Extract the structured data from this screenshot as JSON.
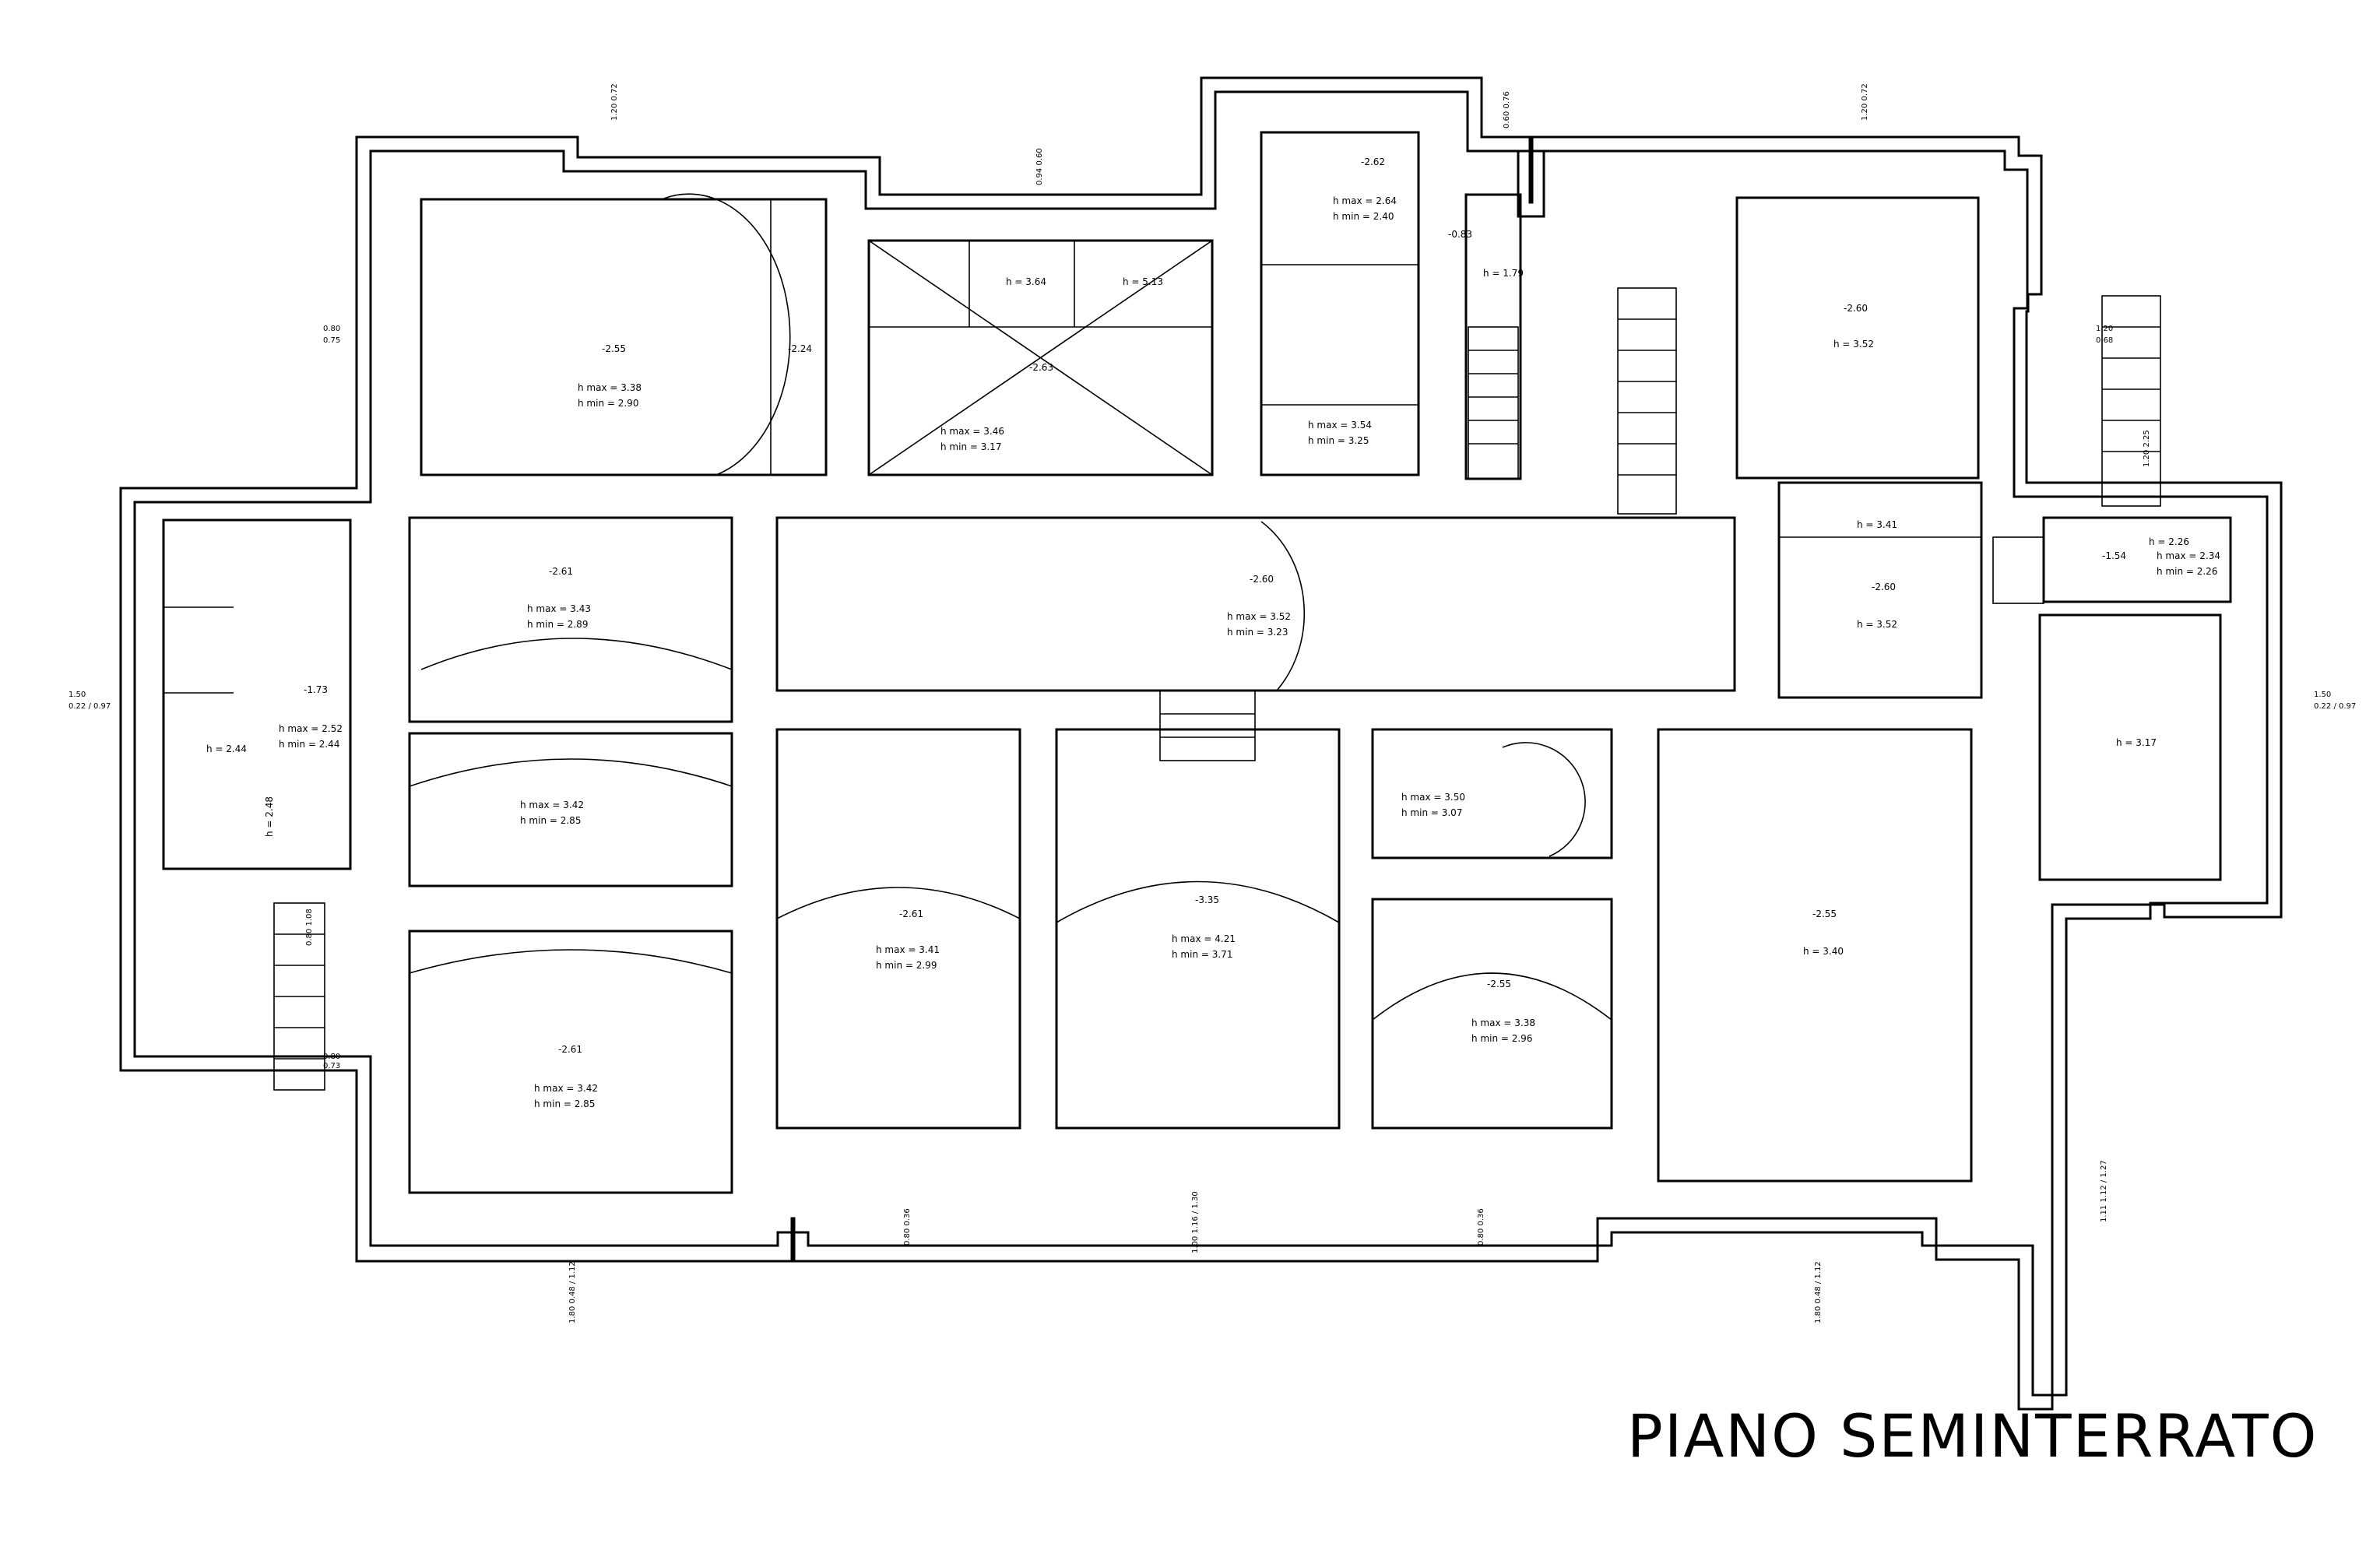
{
  "title": "PIANO SEMINTERRATO",
  "rooms": [
    {
      "id": "r1",
      "label": "-2.55",
      "h": [
        "h max = 3.38",
        "h min = 2.90"
      ],
      "extra": "-2.24"
    },
    {
      "id": "r2",
      "label": "-2.63",
      "h": [
        "h max = 3.46",
        "h min = 3.17"
      ],
      "tops": [
        "h = 3.64",
        "h = 5.13"
      ]
    },
    {
      "id": "r3",
      "label": "-2.62",
      "h": [
        "h max = 2.64",
        "h min = 2.40"
      ],
      "low": [
        "h max = 3.54",
        "h min = 3.25"
      ]
    },
    {
      "id": "r4",
      "label": "-0.83",
      "h": [
        "h = 1.79"
      ]
    },
    {
      "id": "r5",
      "label": "-2.60",
      "h": [
        "h = 3.52"
      ]
    },
    {
      "id": "r6",
      "label": "-2.61",
      "h": [
        "h max = 3.43",
        "h min = 2.89"
      ]
    },
    {
      "id": "r7",
      "label": "-2.60",
      "h": [
        "h max = 3.52",
        "h min = 3.23"
      ]
    },
    {
      "id": "r8",
      "label": "-2.60",
      "h": [
        "h = 3.52"
      ],
      "top": "h = 3.41"
    },
    {
      "id": "r9",
      "label": "-1.54",
      "h": [
        "h max = 2.34",
        "h min = 2.26"
      ],
      "side": "h = 2.26"
    },
    {
      "id": "r10",
      "label": "-1.73",
      "h": [
        "h max = 2.52",
        "h min = 2.44"
      ],
      "side": "h = 2.44",
      "vert": "h = 2.48"
    },
    {
      "id": "r11",
      "label": "",
      "h": [
        "h max = 3.42",
        "h min = 2.85"
      ]
    },
    {
      "id": "r12",
      "label": "-2.61",
      "h": [
        "h max = 3.41",
        "h min = 2.99"
      ]
    },
    {
      "id": "r13",
      "label": "-3.35",
      "h": [
        "h max = 4.21",
        "h min = 3.71"
      ]
    },
    {
      "id": "r14",
      "label": "",
      "h": [
        "h max = 3.50",
        "h min = 3.07"
      ]
    },
    {
      "id": "r15",
      "label": "-2.55",
      "h": [
        "h = 3.40"
      ]
    },
    {
      "id": "r16",
      "label": "",
      "h": [
        "h = 3.17"
      ]
    },
    {
      "id": "r17",
      "label": "-2.61",
      "h": [
        "h max = 3.42",
        "h min = 2.85"
      ]
    },
    {
      "id": "r18",
      "label": "-2.55",
      "h": [
        "h max = 3.38",
        "h min = 2.96"
      ]
    }
  ],
  "windows": [
    {
      "id": "w1",
      "text": [
        "1.20",
        "0.72"
      ]
    },
    {
      "id": "w2",
      "text": [
        "0.94",
        "0.60"
      ]
    },
    {
      "id": "w3",
      "text": [
        "0.60",
        "0.76"
      ]
    },
    {
      "id": "w4",
      "text": [
        "1.20",
        "0.72"
      ]
    },
    {
      "id": "w5",
      "text": [
        "0.80",
        "0.75"
      ]
    },
    {
      "id": "w6",
      "text": [
        "1.20",
        "0.68"
      ]
    },
    {
      "id": "w7",
      "text": [
        "1.50",
        "0.22 / 0.97"
      ]
    },
    {
      "id": "w8",
      "text": [
        "1.50",
        "0.22 / 0.97"
      ]
    },
    {
      "id": "w9",
      "text": [
        "1.20",
        "2.25"
      ]
    },
    {
      "id": "w10",
      "text": [
        "0.80",
        "1.08"
      ]
    },
    {
      "id": "w11",
      "text": [
        "0.80",
        "0.73"
      ]
    },
    {
      "id": "w12",
      "text": [
        "0.80",
        "0.36"
      ]
    },
    {
      "id": "w13",
      "text": [
        "1.00",
        "1.16 / 1.30"
      ]
    },
    {
      "id": "w14",
      "text": [
        "0.80",
        "0.36"
      ]
    },
    {
      "id": "w15",
      "text": [
        "1.11",
        "1.12 / 1.27"
      ]
    },
    {
      "id": "w16",
      "text": [
        "1.80",
        "0.48 / 1.12"
      ]
    },
    {
      "id": "w17",
      "text": [
        "1.80",
        "0.48 / 1.12"
      ]
    }
  ]
}
